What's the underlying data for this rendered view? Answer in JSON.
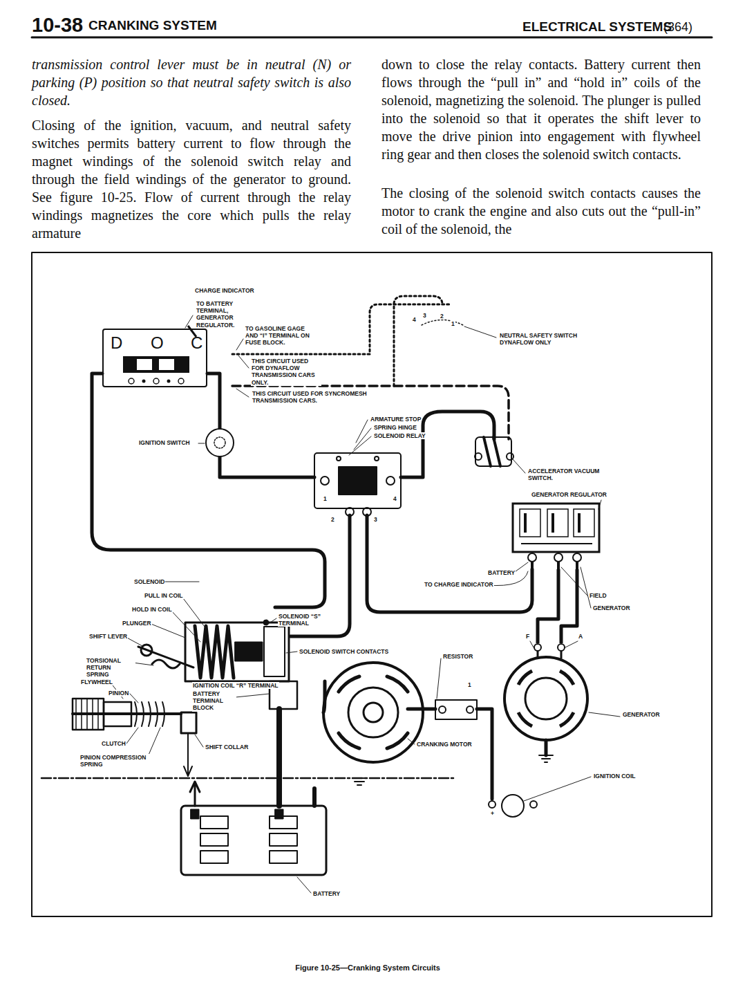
{
  "diagram": {
    "caption": "Figure 10-25—Cranking System Circuits",
    "nodes": [
      {
        "text": [
          "D",
          "O",
          "C"
        ]
      },
      {
        "text": [
          "GENERATOR REGULATOR"
        ]
      },
      {
        "text": [
          "GENERATOR"
        ]
      }
    ],
    "edges": [
      {
        "from": 1,
        "to": 2,
        "arrow": "none"
      },
      {
        "from": 1,
        "to": 2,
        "arrow": "none"
      }
    ],
    "labels": [
      "10-38",
      "CRANKING SYSTEM",
      "ELECTRICAL SYSTEMS",
      "(364)",
      "transmission control lever must be in neutral (N) or parking (P) position so that neutral safety switch is also closed.",
      "Closing of the ignition, vacuum, and neutral safety switches permits battery current to flow through the magnet windings of the solenoid switch relay and through the field windings of the generator to ground. See figure 10-25. Flow of current through the relay windings magnetizes the core which pulls the relay armature",
      "down to close the relay contacts. Battery current then flows through the “pull in” and “hold in” coils of the solenoid, magnetizing the solenoid. The plunger is pulled into the solenoid so that it operates the shift lever to move the drive pinion into engagement with flywheel ring gear and then closes the solenoid switch contacts.",
      "The closing of the solenoid switch contacts causes the motor to crank the engine and also cuts out the “pull-in” coil of the solenoid, the",
      "CHARGE INDICATOR",
      "TO BATTERY TERMINAL, GENERATOR REGULATOR.",
      "TO GASOLINE GAGE AND “I” TERMINAL ON FUSE BLOCK.",
      "THIS CIRCUIT USED FOR DYNAFLOW TRANSMISSION CARS ONLY.",
      "THIS CIRCUIT USED FOR SYNCROMESH TRANSMISSION CARS.",
      "4",
      "3",
      "2",
      "1",
      "NEUTRAL SAFETY SWITCH DYNAFLOW ONLY",
      "ARMATURE STOP",
      "SPRING HINGE",
      "SOLENOID RELAY",
      "IGNITION SWITCH",
      "1",
      "2",
      "3",
      "4",
      "ACCELERATOR VACUUM SWITCH.",
      "BATTERY",
      "TO CHARGE INDICATOR",
      "FIELD",
      "GENERATOR",
      "SOLENOID",
      "PULL IN COIL",
      "HOLD IN COIL",
      "PLUNGER",
      "SHIFT LEVER",
      "TORSIONAL RETURN SPRING",
      "FLYWHEEL",
      "PINION",
      "SOLENOID “S” TERMINAL",
      "SOLENOID SWITCH CONTACTS",
      "IGNITION COIL “R” TERMINAL",
      "BATTERY TERMINAL BLOCK",
      "RESISTOR",
      "F",
      "A",
      "1",
      "CLUTCH",
      "SHIFT COLLAR",
      "CRANKING MOTOR",
      "PINION COMPRESSION SPRING",
      "IGNITION COIL",
      "+",
      "BATTERY"
    ]
  }
}
